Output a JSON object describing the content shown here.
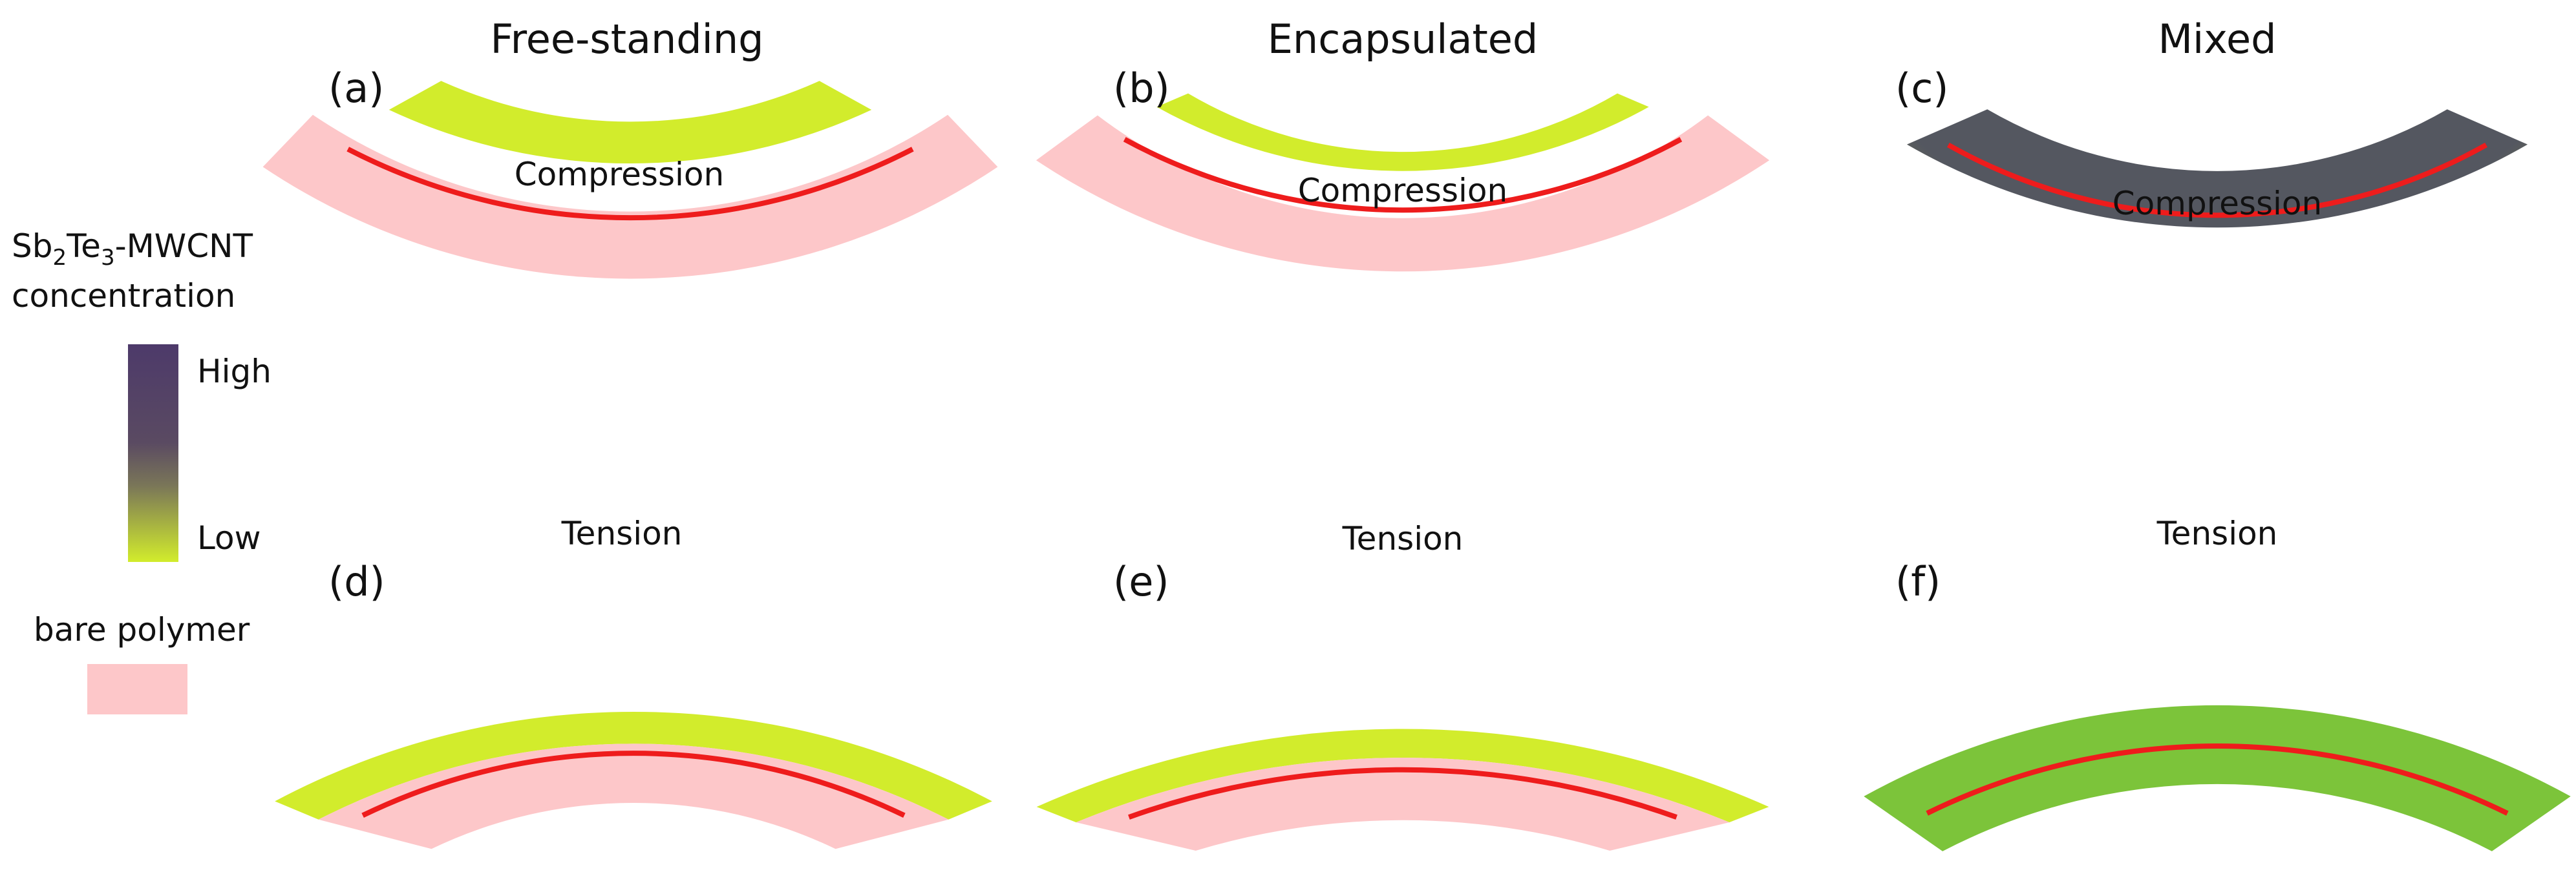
{
  "columns": [
    {
      "title": "Free-standing"
    },
    {
      "title": "Encapsulated"
    },
    {
      "title": "Mixed"
    }
  ],
  "panels": [
    {
      "label": "(a)",
      "state": "Compression"
    },
    {
      "label": "(b)",
      "state": "Compression"
    },
    {
      "label": "(c)",
      "state": "Compression"
    },
    {
      "label": "(d)",
      "state": "Tension"
    },
    {
      "label": "(e)",
      "state": "Tension"
    },
    {
      "label": "(f)",
      "state": "Tension"
    }
  ],
  "legend": {
    "concentration_prefix_1": "Sb",
    "concentration_sub_1": "2",
    "concentration_prefix_2": "Te",
    "concentration_sub_2": "3",
    "concentration_suffix": "-MWCNT",
    "concentration_line2": "concentration",
    "high": "High",
    "low": "Low",
    "bare_polymer": "bare polymer"
  },
  "colors": {
    "bare_polymer": "#fdc7c9",
    "high_concentration": "#4d3a6a",
    "mid_concentration": "#7a7658",
    "low_concentration": "#d2ec2c",
    "mixed_green": "#7cc43a",
    "neutral_axis": "#ee1c1c"
  }
}
